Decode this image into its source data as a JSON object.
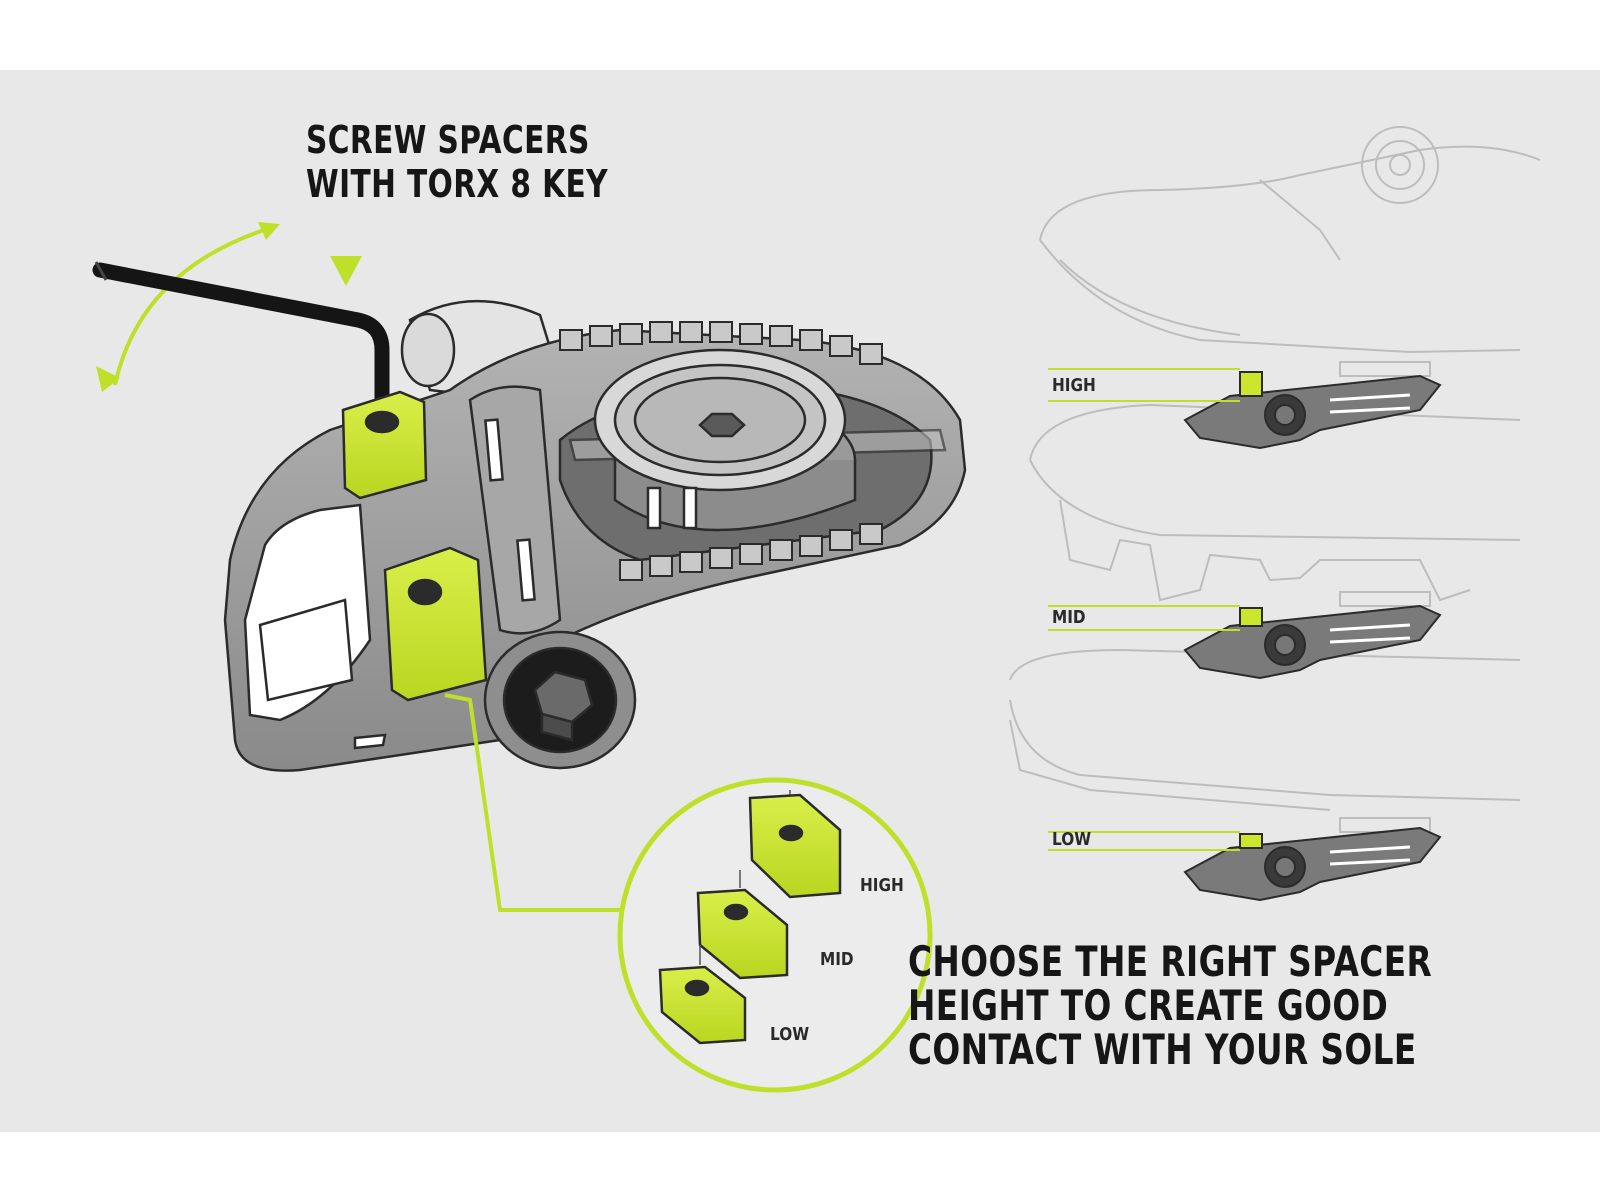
{
  "instruction_top": {
    "line1": "SCREW SPACERS",
    "line2": "WITH TORX 8 KEY"
  },
  "instruction_bottom": {
    "line1": "CHOOSE THE RIGHT SPACER",
    "line2": "HEIGHT TO CREATE GOOD",
    "line3": "CONTACT WITH YOUR SOLE"
  },
  "spacer_heights": {
    "high": "HIGH",
    "mid": "MID",
    "low": "LOW"
  },
  "colors": {
    "accent_lime": "#cce62e",
    "pedal_gray": "#9a9a9a",
    "outline": "#2b2b2b",
    "background": "#e8e8e8",
    "shoe_line": "#bdbdbd"
  },
  "icons": [
    "torx-key-icon",
    "rotate-arrow-icon",
    "down-arrow-icon",
    "pedal-illustration",
    "spacer-block-icon",
    "shoe-outline-icon"
  ]
}
